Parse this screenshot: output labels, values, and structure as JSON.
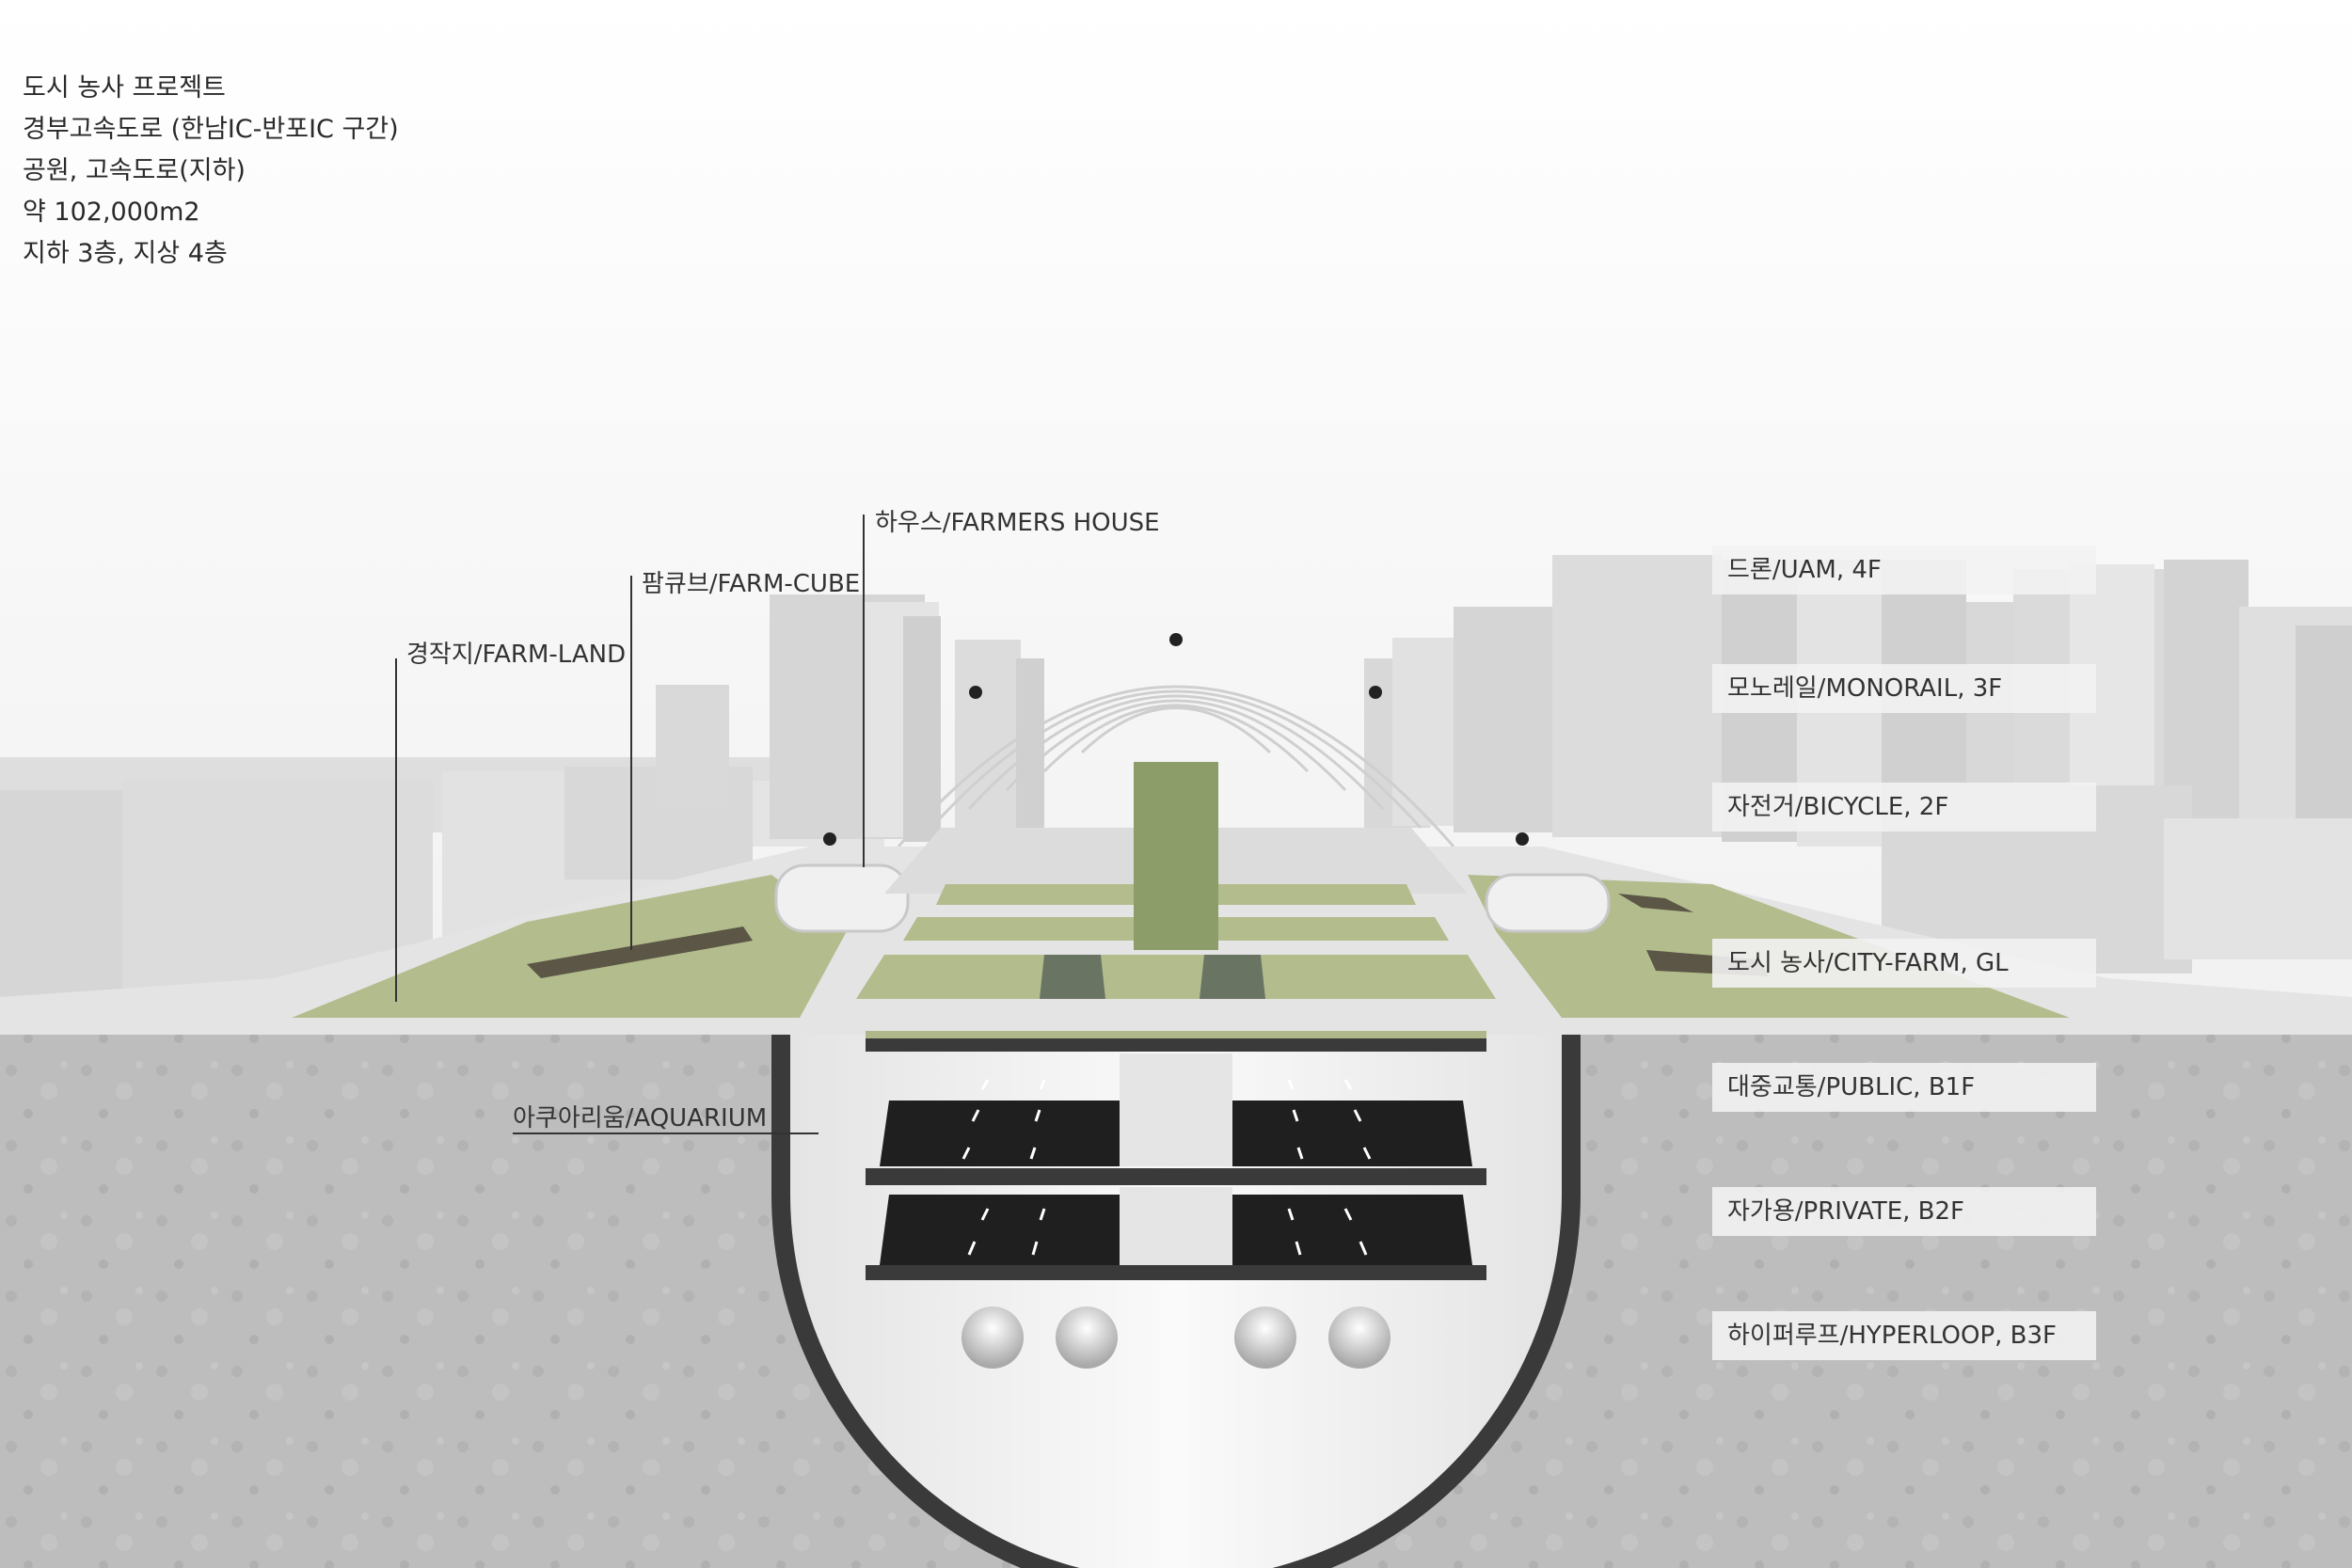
{
  "project_info": [
    "도시 농사 프로젝트",
    "경부고속도로 (한남IC-반포IC 구간)",
    "공원, 고속도로(지하)",
    "약 102,000m2",
    "지하 3층, 지상 4층"
  ],
  "callouts": {
    "farm_land": "경작지/FARM-LAND",
    "farm_cube": "팜큐브/FARM-CUBE",
    "farmers_house": "하우스/FARMERS HOUSE",
    "aquarium": "아쿠아리움/AQUARIUM"
  },
  "levels": [
    {
      "label": "드론/UAM, 4F"
    },
    {
      "label": "모노레일/MONORAIL, 3F"
    },
    {
      "label": "자전거/BICYCLE, 2F"
    },
    {
      "label": "도시 농사/CITY-FARM, GL"
    },
    {
      "label": "대중교통/PUBLIC, B1F"
    },
    {
      "label": "자가용/PRIVATE, B2F"
    },
    {
      "label": "하이퍼루프/HYPERLOOP, B3F"
    }
  ]
}
